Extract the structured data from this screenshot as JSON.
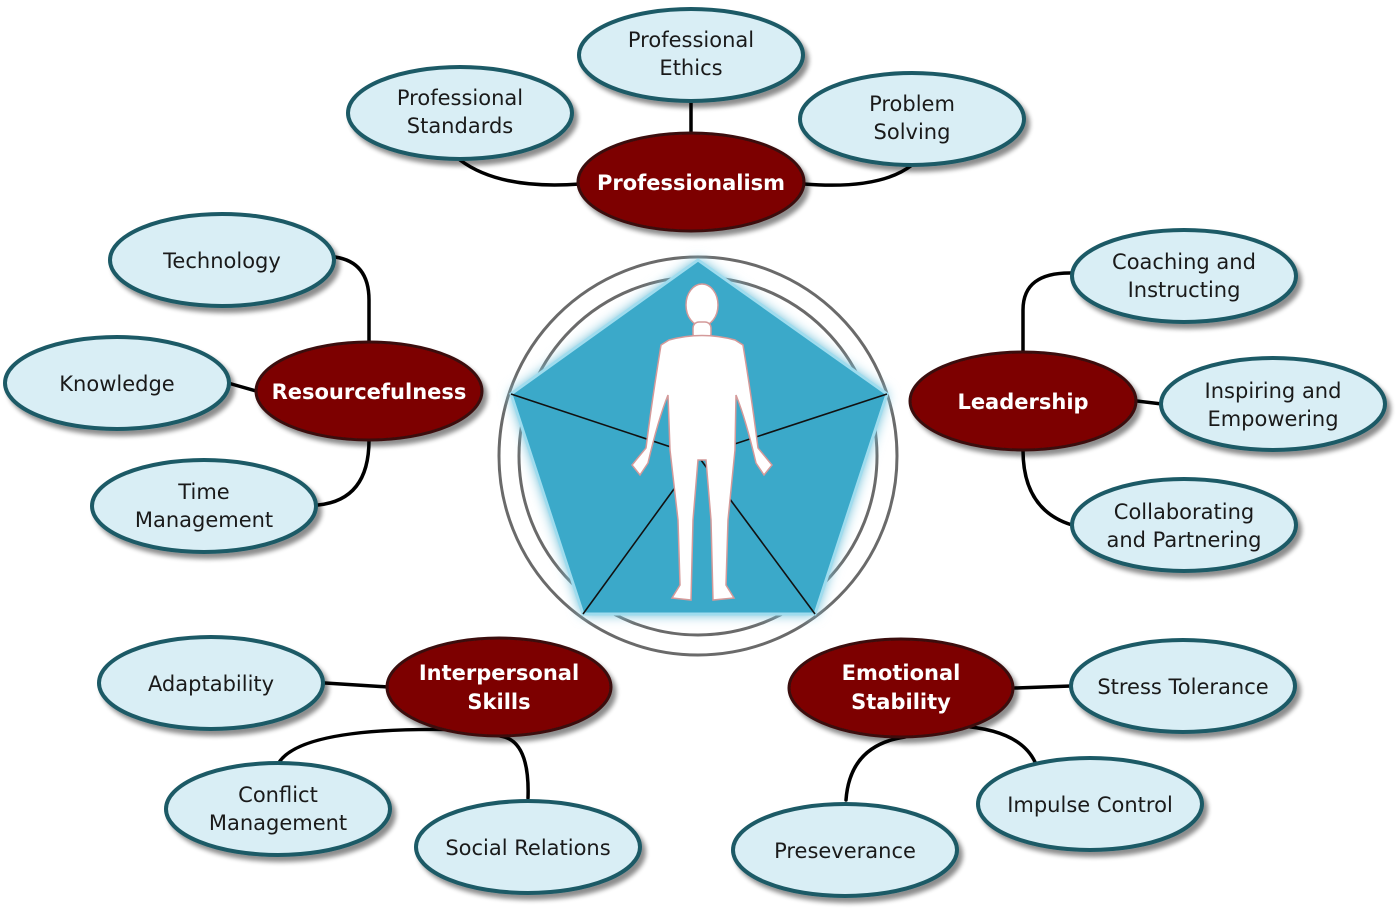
{
  "centers": {
    "professionalism": "Professionalism",
    "resourcefulness": "Resourcefulness",
    "leadership": "Leadership",
    "interpersonal": [
      "Interpersonal",
      "Skills"
    ],
    "emotional": [
      "Emotional",
      "Stability"
    ]
  },
  "subs": {
    "professional_ethics": [
      "Professional",
      "Ethics"
    ],
    "professional_standards": [
      "Professional",
      "Standards"
    ],
    "problem_solving": [
      "Problem",
      "Solving"
    ],
    "technology": [
      "Technology"
    ],
    "knowledge": [
      "Knowledge"
    ],
    "time_management": [
      "Time",
      "Management"
    ],
    "coaching": [
      "Coaching and",
      "Instructing"
    ],
    "inspiring": [
      "Inspiring and",
      "Empowering"
    ],
    "collaborating": [
      "Collaborating",
      "and Partnering"
    ],
    "adaptability": [
      "Adaptability"
    ],
    "conflict": [
      "Conflict",
      "Management"
    ],
    "social": [
      "Social Relations"
    ],
    "stress": [
      "Stress Tolerance"
    ],
    "impulse": [
      "Impulse Control"
    ],
    "preseverance": [
      "Preseverance"
    ]
  },
  "colors": {
    "core_fill": "#7d0000",
    "sub_fill": "#d9eef5",
    "sub_stroke": "#1d5a66",
    "pentagon_fill": "#3aa9c9"
  }
}
